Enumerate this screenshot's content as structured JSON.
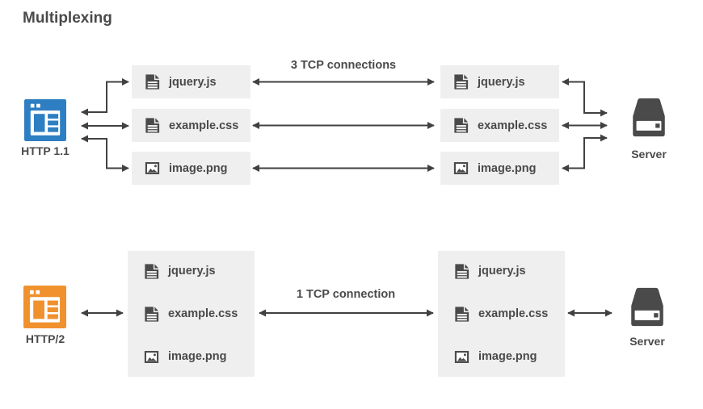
{
  "title": "Multiplexing",
  "colors": {
    "http1": "#2e7ec2",
    "http2": "#f0912d",
    "text": "#4a4a4a",
    "arrow": "#414042",
    "box_bg": "#efefef"
  },
  "files": [
    {
      "name": "jquery.js",
      "icon": "document-icon"
    },
    {
      "name": "example.css",
      "icon": "document-icon"
    },
    {
      "name": "image.png",
      "icon": "image-icon"
    }
  ],
  "http1": {
    "client_label": "HTTP 1.1",
    "server_label": "Server",
    "connection_label": "3 TCP connections"
  },
  "http2": {
    "client_label": "HTTP/2",
    "server_label": "Server",
    "connection_label": "1 TCP connection"
  }
}
